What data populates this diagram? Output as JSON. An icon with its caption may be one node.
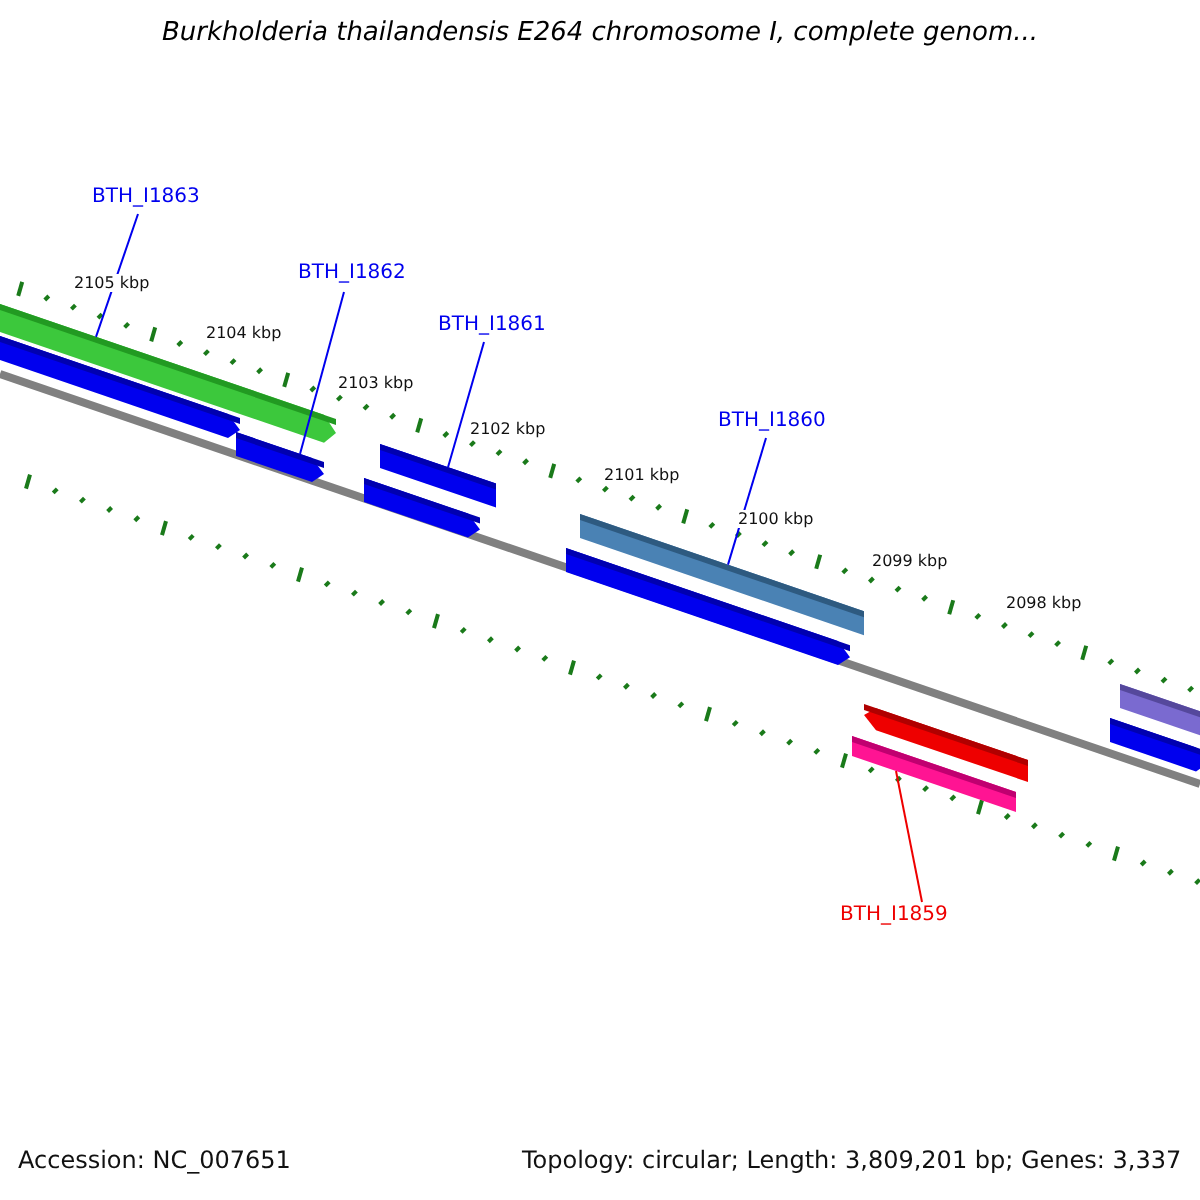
{
  "diagram": {
    "title": "Burkholderia thailandensis E264 chromosome I, complete genom...",
    "nodes": [
      {
        "text": [
          "BTH_I1863"
        ]
      },
      {
        "text": [],
        "shape": "arrow"
      },
      {
        "text": [],
        "shape": "arrow"
      },
      {
        "text": [
          "BTH_I1862"
        ]
      },
      {
        "text": [],
        "shape": "arrow"
      },
      {
        "text": [
          "BTH_I1861"
        ]
      },
      {
        "text": [],
        "shape": "bar"
      },
      {
        "text": [],
        "shape": "arrow"
      },
      {
        "text": [
          "BTH_I1860"
        ]
      },
      {
        "text": [],
        "shape": "bar"
      },
      {
        "text": [],
        "shape": "arrow"
      },
      {
        "text": [],
        "shape": "arrow"
      },
      {
        "text": [],
        "shape": "bar"
      },
      {
        "text": [
          "BTH_I1859"
        ]
      },
      {
        "text": [],
        "shape": "bar"
      },
      {
        "text": [],
        "shape": "arrow"
      }
    ],
    "edges": [
      {
        "from": 0,
        "to": 1,
        "arrow": "none"
      },
      {
        "from": 3,
        "to": 4,
        "arrow": "none"
      },
      {
        "from": 5,
        "to": 6,
        "arrow": "none"
      },
      {
        "from": 8,
        "to": 9,
        "arrow": "none"
      },
      {
        "from": 13,
        "to": 12,
        "arrow": "none",
        "color": "#ee0000"
      }
    ],
    "labels": [
      "2105 kbp",
      "2104 kbp",
      "2103 kbp",
      "2102 kbp",
      "2101 kbp",
      "2100 kbp",
      "2099 kbp",
      "2098 kbp",
      "Accession: NC_007651",
      "Topology: circular; Length: 3,809,201 bp; Genes: 3,337"
    ]
  }
}
